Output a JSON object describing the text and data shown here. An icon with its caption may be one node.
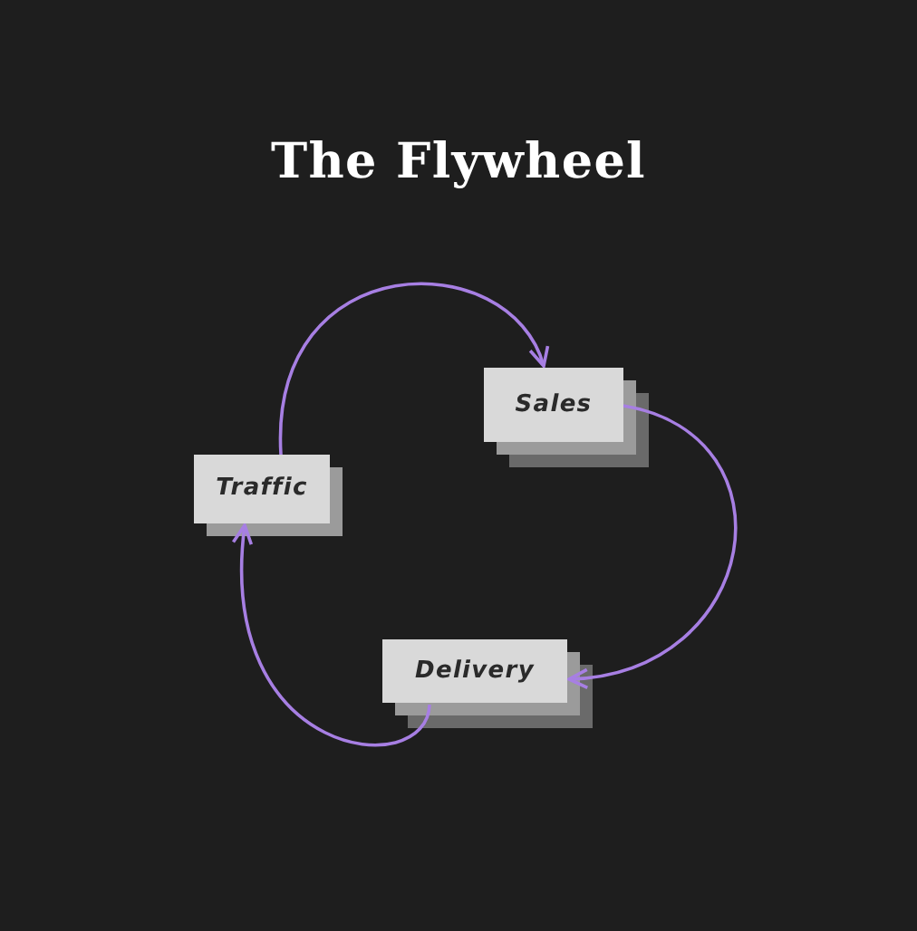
{
  "diagram": {
    "title": "The Flywheel",
    "nodes": [
      {
        "text": [
          "Traffic"
        ]
      },
      {
        "text": [
          "Sales"
        ]
      },
      {
        "text": [
          "Delivery"
        ]
      }
    ],
    "edges": [
      {
        "from": 0,
        "to": 1,
        "arrow": "to"
      },
      {
        "from": 1,
        "to": 2,
        "arrow": "to"
      },
      {
        "from": 2,
        "to": 0,
        "arrow": "to"
      }
    ]
  }
}
